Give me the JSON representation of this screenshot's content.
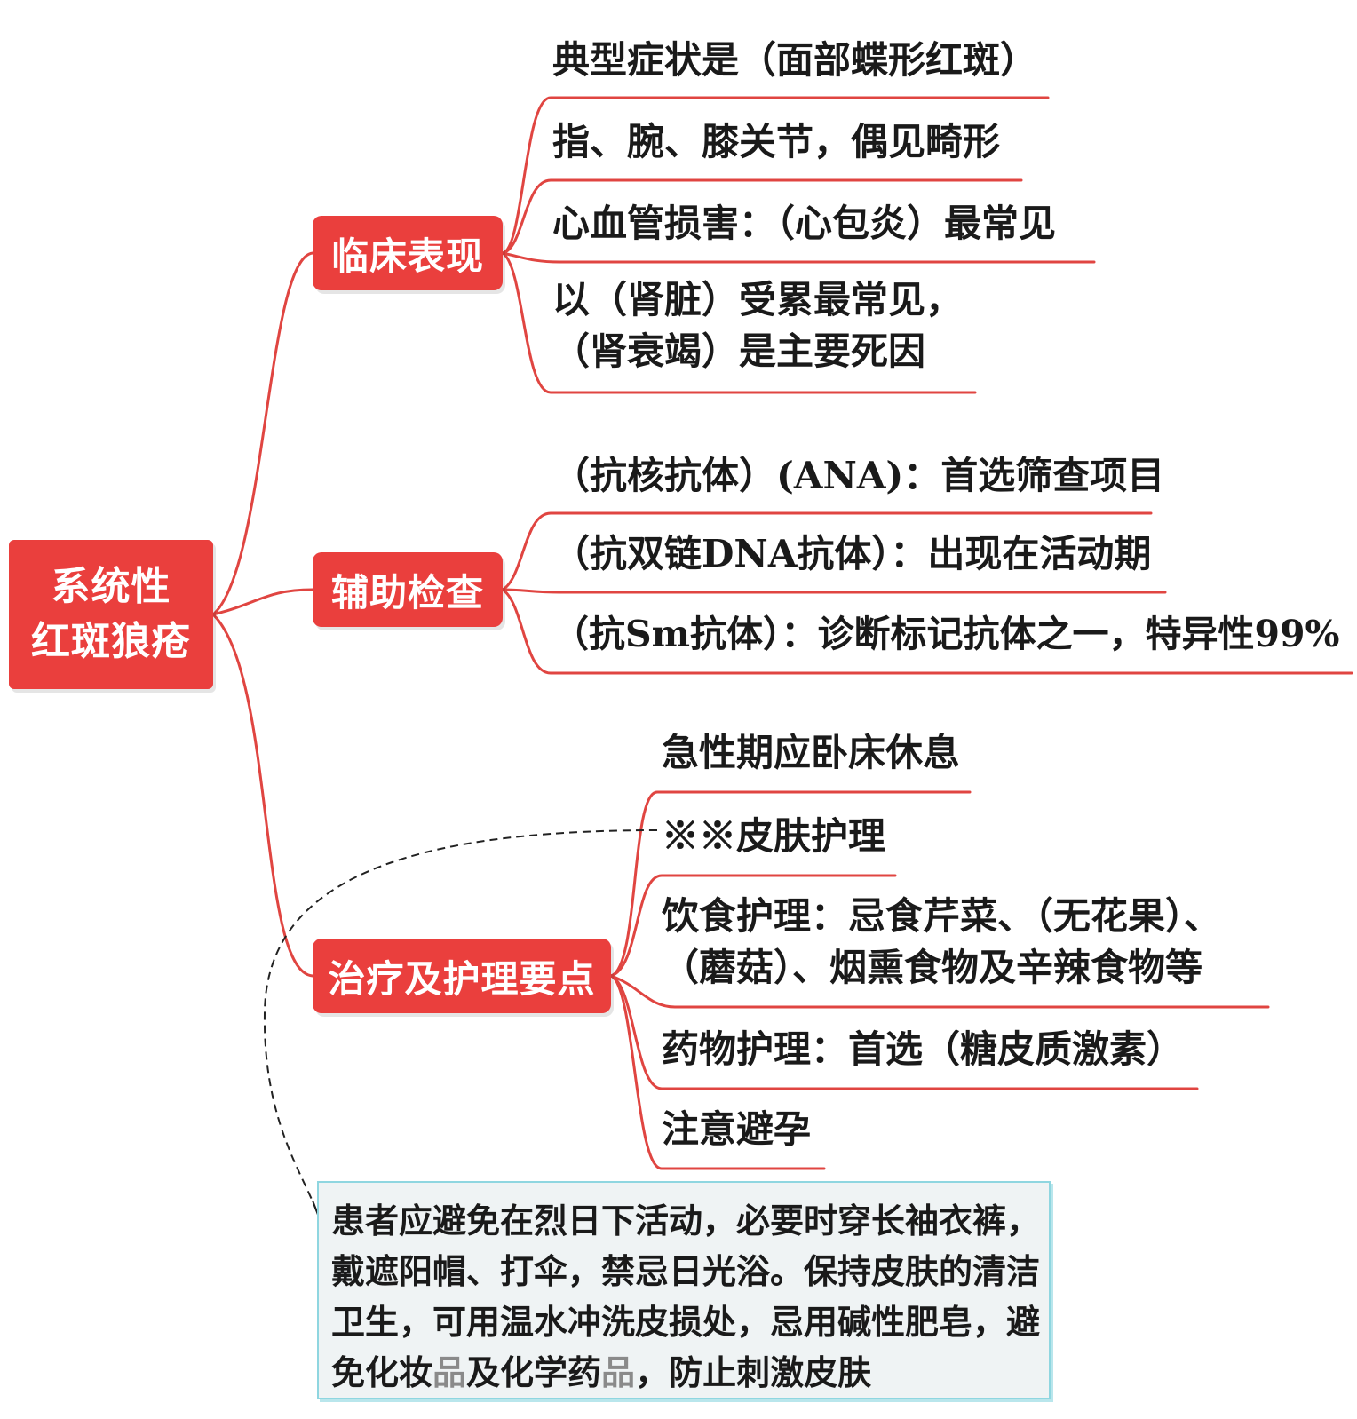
{
  "colors": {
    "accent": "#ea3f3d",
    "line": "#e04541",
    "note_bg": "#eff3f4",
    "note_border": "#8fd6e0",
    "text": "#1a1a1a"
  },
  "root": {
    "line1": "系统性",
    "line2": "红斑狼疮"
  },
  "branches": [
    {
      "label": "临床表现",
      "items": [
        [
          "典型症状是（面部蝶形红斑）"
        ],
        [
          "指、腕、膝关节，偶见畸形"
        ],
        [
          "心血管损害：（心包炎）最常见"
        ],
        [
          "以（肾脏）受累最常见，",
          "（肾衰竭）是主要死因"
        ]
      ]
    },
    {
      "label": "辅助检查",
      "items": [
        [
          "（抗核抗体）(ANA)：首选筛查项目"
        ],
        [
          "（抗双链DNA抗体）：出现在活动期"
        ],
        [
          "（抗Sm抗体）：诊断标记抗体之一，特异性99%"
        ]
      ]
    },
    {
      "label": "治疗及护理要点",
      "items": [
        [
          "急性期应卧床休息"
        ],
        [
          "※※皮肤护理"
        ],
        [
          "饮食护理：忌食芹菜、（无花果）、",
          "（蘑菇）、烟熏食物及辛辣食物等"
        ],
        [
          "药物护理：首选（糖皮质激素）"
        ],
        [
          "注意避孕"
        ]
      ]
    }
  ],
  "note": {
    "line1": "患者应避免在烈日下活动，必要时穿长袖衣裤，",
    "line2": "戴遮阳帽、打伞，禁忌日光浴。保持皮肤的清洁",
    "line3": "卫生，可用温水冲洗皮损处，忌用碱性肥皂，避",
    "line4_a": "免化妆",
    "line4_b": "品",
    "line4_c": "及化学药",
    "line4_d": "品",
    "line4_e": "，防止刺激皮肤"
  }
}
